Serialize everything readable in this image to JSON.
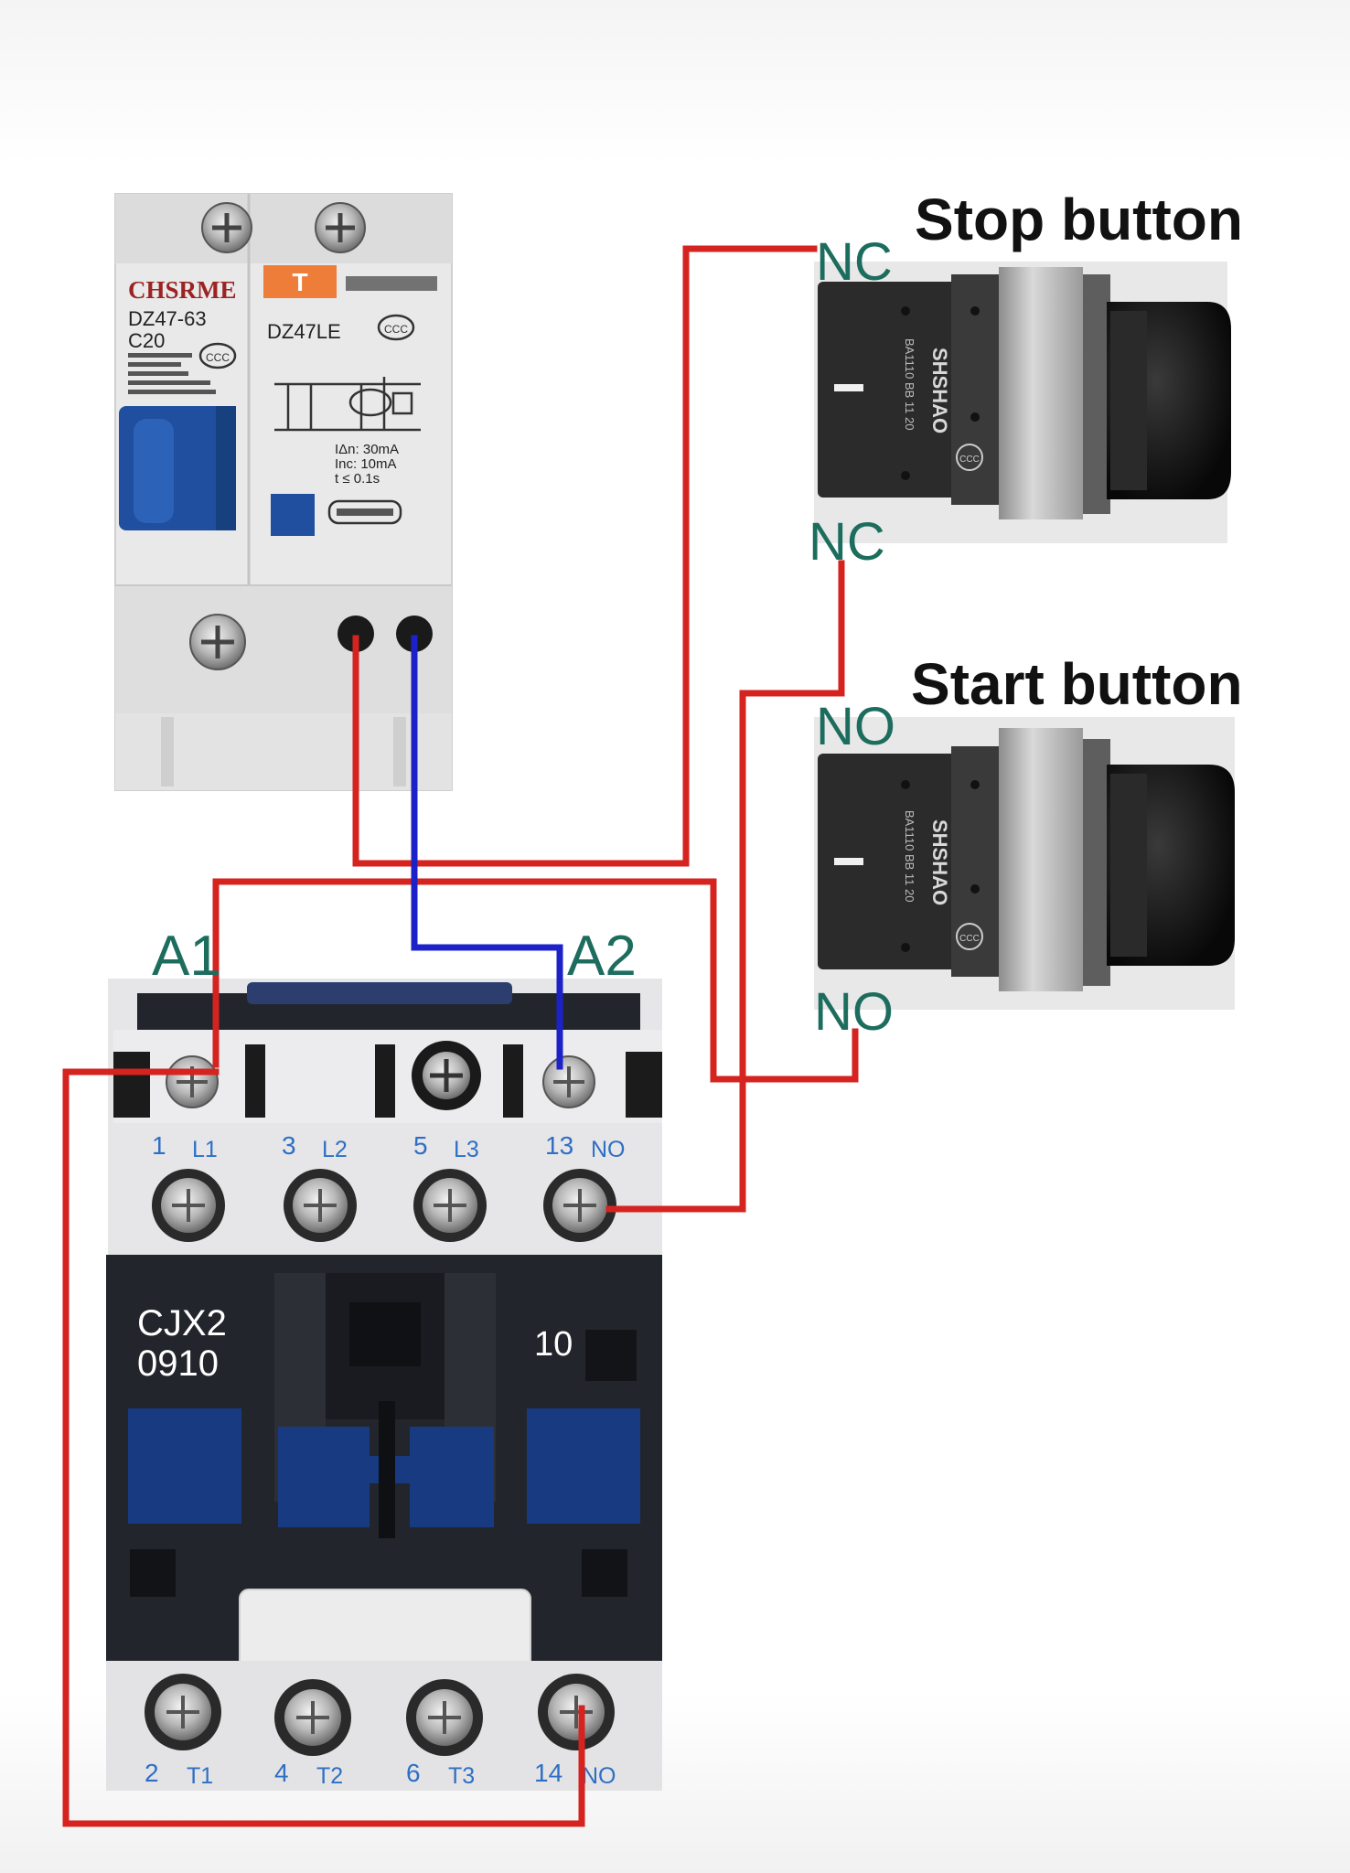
{
  "labels": {
    "stop_button": "Stop button",
    "start_button": "Start button",
    "nc": "NC",
    "no": "NO",
    "a1": "A1",
    "a2": "A2"
  },
  "breaker": {
    "brand": "CHSRME",
    "model": "DZ47-63",
    "rating": "C20",
    "rcd_model": "DZ47LE",
    "rcd_specs": [
      "IΔn: 30mA",
      "Inc: 10mA",
      "t ≤ 0.1s"
    ]
  },
  "contactor": {
    "model_line1": "CJX2",
    "model_line2": "0910",
    "aux_code": "10",
    "top_terminals": [
      {
        "num": "1",
        "name": "L1"
      },
      {
        "num": "3",
        "name": "L2"
      },
      {
        "num": "5",
        "name": "L3"
      },
      {
        "num": "13",
        "name": "NO"
      }
    ],
    "bottom_terminals": [
      {
        "num": "2",
        "name": "T1"
      },
      {
        "num": "4",
        "name": "T2"
      },
      {
        "num": "6",
        "name": "T3"
      },
      {
        "num": "14",
        "name": "NO"
      }
    ]
  },
  "buttons": {
    "brand": "SHSHAO",
    "model": "BA1110 BB 11 20"
  },
  "colors": {
    "red_wire": "#d5231f",
    "blue_wire": "#1c22c8",
    "label_teal": "#1d6d5f",
    "contactor_body": "#23252c",
    "contactor_blue": "#173a80",
    "terminal_blue": "#2e6fc4",
    "breaker_handle": "#1f4f9e"
  }
}
